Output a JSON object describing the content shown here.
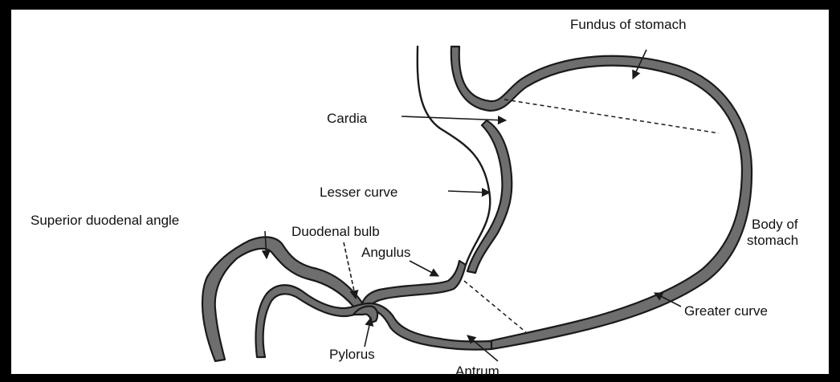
{
  "labels": {
    "fundus": "Fundus of stomach",
    "cardia": "Cardia",
    "lesser_curve": "Lesser curve",
    "superior_duodenal_angle": "Superior duodenal angle",
    "duodenal_bulb": "Duodenal bulb",
    "angulus": "Angulus",
    "body_line1": "Body of",
    "body_line2": "stomach",
    "greater_curve": "Greater curve",
    "pylorus": "Pylorus",
    "antrum": "Antrum"
  },
  "colors": {
    "border": "#000000",
    "wall_fill": "#6e6e6e",
    "line": "#1a1a1a",
    "background": "#ffffff"
  }
}
